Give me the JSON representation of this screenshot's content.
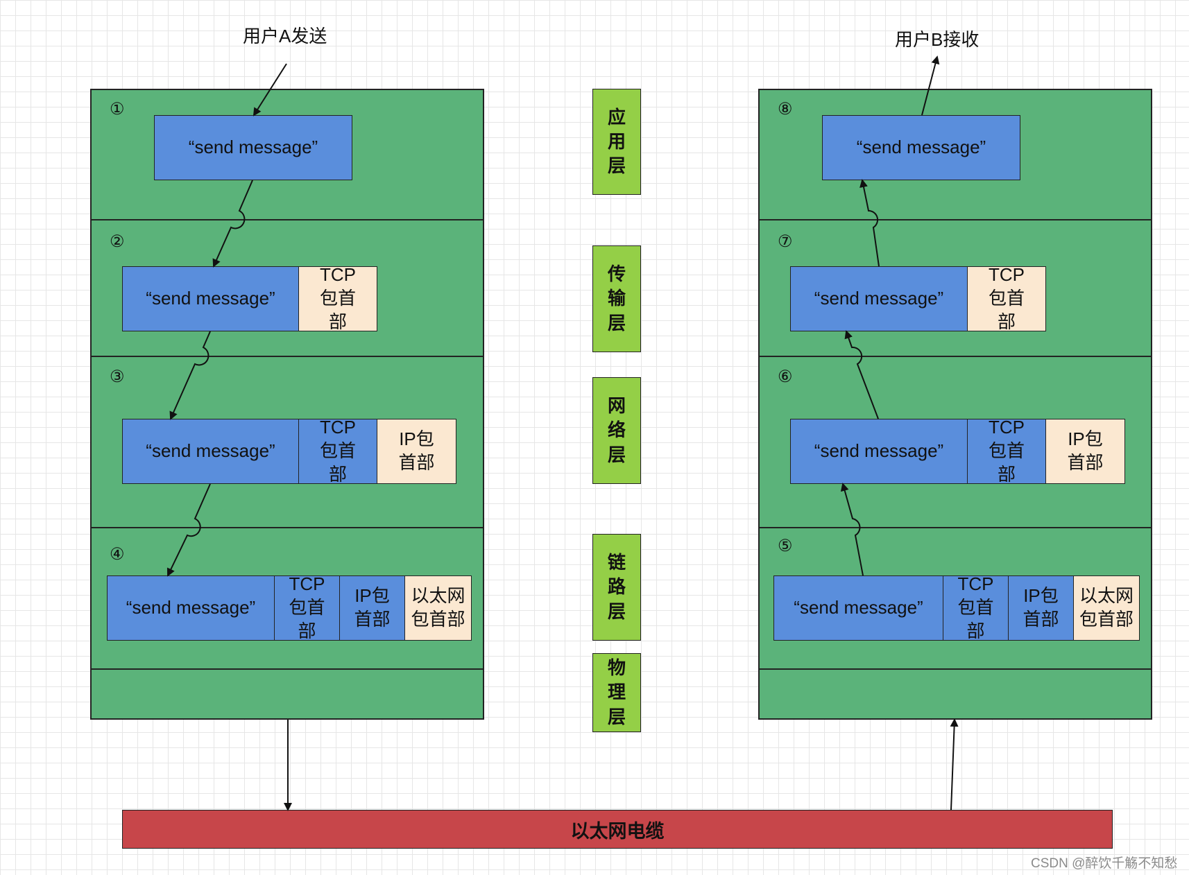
{
  "sender": {
    "label": "用户A发送"
  },
  "receiver": {
    "label": "用户B接收"
  },
  "cable": {
    "label": "以太网电缆"
  },
  "watermark": "CSDN @醉饮千觞不知愁",
  "layers": [
    "应用层",
    "传输层",
    "网络层",
    "链路层",
    "物理层"
  ],
  "steps": {
    "s1": "①",
    "s2": "②",
    "s3": "③",
    "s4": "④",
    "s5": "⑤",
    "s6": "⑥",
    "s7": "⑦",
    "s8": "⑧"
  },
  "packet": {
    "payload": "“send message”",
    "tcp_header": "TCP包首部",
    "ip_header": "IP包首部",
    "eth_header": "以太网包首部"
  },
  "colors": {
    "stack_green": "#5bb37a",
    "payload_blue": "#5a8edc",
    "header_cream": "#fbe8d1",
    "layer_green": "#94cf47",
    "cable_red": "#c7464a"
  }
}
